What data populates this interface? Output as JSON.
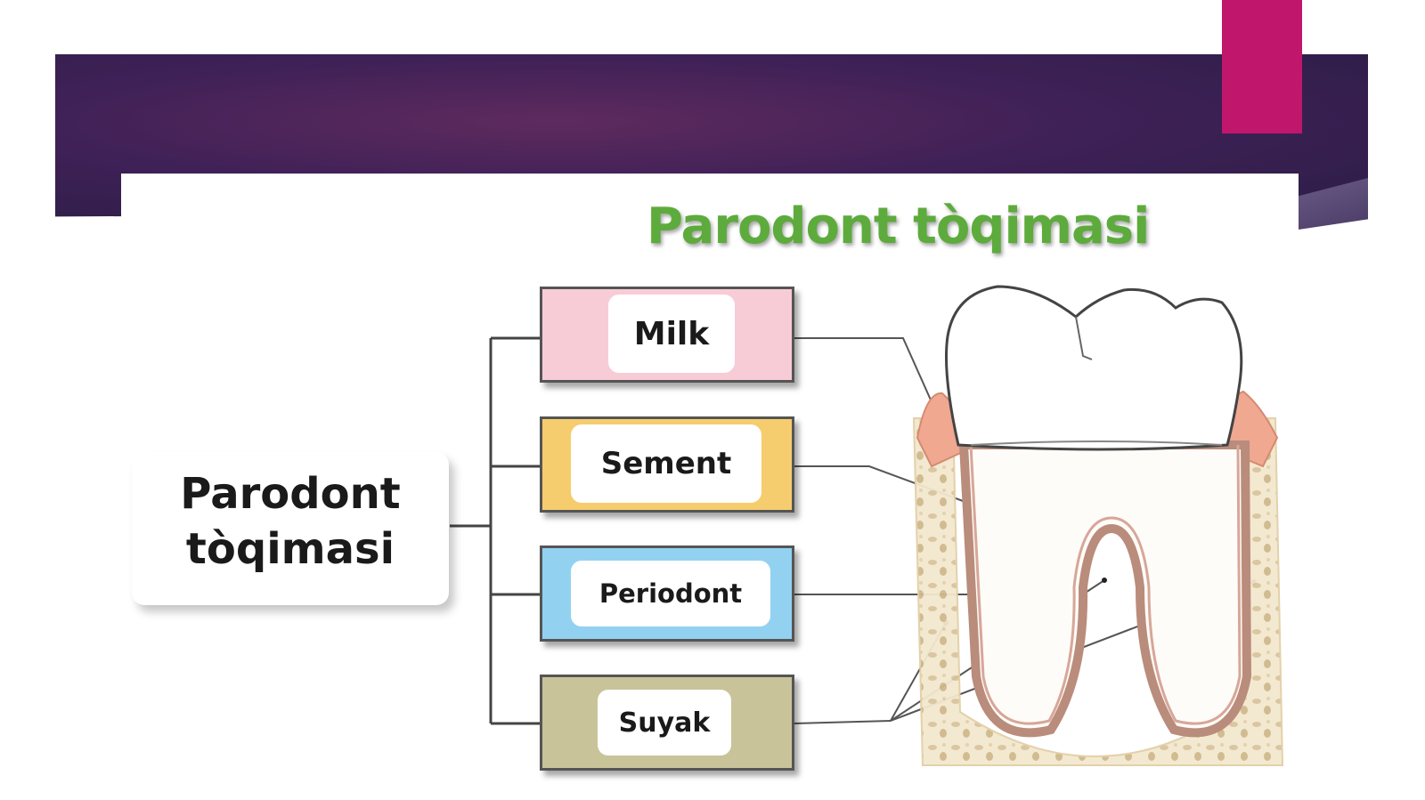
{
  "diagram": {
    "title": "Parodont tòqimasi",
    "root": {
      "line1": "Parodont",
      "line2": "tòqimasi"
    },
    "components": [
      {
        "label": "Milk",
        "color": "#f8ccd6"
      },
      {
        "label": "Sement",
        "color": "#f6cd6e"
      },
      {
        "label": "Periodont",
        "color": "#92d2f0"
      },
      {
        "label": "Suyak",
        "color": "#c9c39a"
      }
    ],
    "colors": {
      "header_band": "#3f2157",
      "accent": "#c0166b",
      "title": "#5dab3c"
    }
  }
}
